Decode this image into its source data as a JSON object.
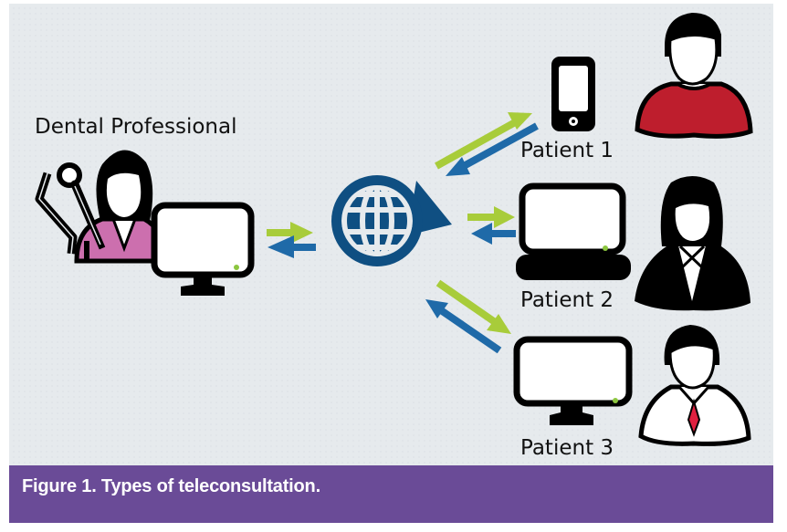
{
  "figure": {
    "caption": "Figure 1. Types of teleconsultation.",
    "colors": {
      "panel_background": "#e6eaed",
      "caption_background": "#6a4b97",
      "caption_text": "#ffffff",
      "arrow_outgoing": "#a8cc3a",
      "arrow_incoming": "#1f6aa8",
      "globe": "#0f4f82",
      "professional_shirt": "#cc6fae",
      "patient1_shirt": "#be1e2d",
      "tie": "#e0203f",
      "power_led": "#8cc63f"
    }
  },
  "nodes": {
    "professional": {
      "label": "Dental Professional",
      "icon": "dentist-with-tools-icon",
      "device": "desktop-monitor-icon"
    },
    "network": {
      "icon": "globe-icon"
    },
    "patients": [
      {
        "label": "Patient 1",
        "device": "smartphone-icon",
        "avatar": "patient-red-shirt-icon"
      },
      {
        "label": "Patient 2",
        "device": "laptop-icon",
        "avatar": "patient-business-woman-icon"
      },
      {
        "label": "Patient 3",
        "device": "desktop-monitor-icon",
        "avatar": "patient-man-with-tie-icon"
      }
    ]
  },
  "connections": [
    {
      "from": "professional",
      "to": "network",
      "bidirectional": true
    },
    {
      "from": "network",
      "to": "patient-1",
      "bidirectional": true
    },
    {
      "from": "network",
      "to": "patient-2",
      "bidirectional": true
    },
    {
      "from": "network",
      "to": "patient-3",
      "bidirectional": true
    }
  ]
}
